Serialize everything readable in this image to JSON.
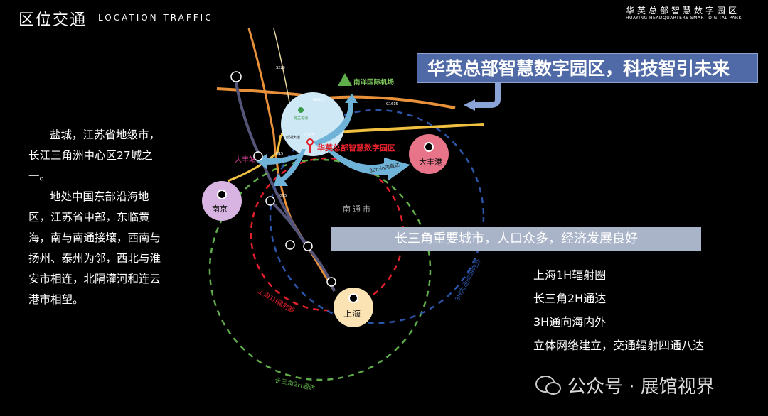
{
  "header": {
    "title_cn": "区位交通",
    "title_en": "LOCATION TRAFFIC",
    "brand_cn": "华英总部智慧数字园区",
    "brand_en": "HUAYING HEADQUARTERS SMART DIGITAL PARK"
  },
  "description": [
    "盐城，江苏省地级市，长江三角洲中心区27城之一。",
    "地处中国东部沿海地区，江苏省中部，东临黄海，南与南通接壤，西南与扬州、泰州为邻，西北与淮安市相连，北隔灌河和连云港市相望。"
  ],
  "banner_main": "华英总部智慧数字园区，科技智引未来",
  "banner_secondary": "长三角重要城市，人口众多，经济发展良好",
  "points": [
    "上海1H辐射圈",
    "长三角2H通达",
    "3H通向海内外",
    "立体网络建立，交通辐射四通八达"
  ],
  "map": {
    "park": "华英总部智慧数字园区",
    "airport": "南洋国际机场",
    "station": "大丰站",
    "port": "大丰港",
    "nanjing": "南京",
    "shanghai": "上海",
    "nantong": "南通市",
    "scenic": "荷兰花海",
    "road_avenue": "鹤湖大道",
    "direct": "30min内直达",
    "ring_1h": "上海1H辐射圈",
    "ring_2h": "长三角2H通达",
    "ring_3h": "3H内通向海内外",
    "roads": {
      "g15": "G15",
      "g1615": "G1615",
      "g343": "G343",
      "s226": "S226"
    },
    "colors": {
      "ring_1h": "#e0202a",
      "ring_2h": "#5fae4a",
      "ring_3h": "#2c55a8"
    }
  },
  "footer": "公众号 · 展馆视界"
}
